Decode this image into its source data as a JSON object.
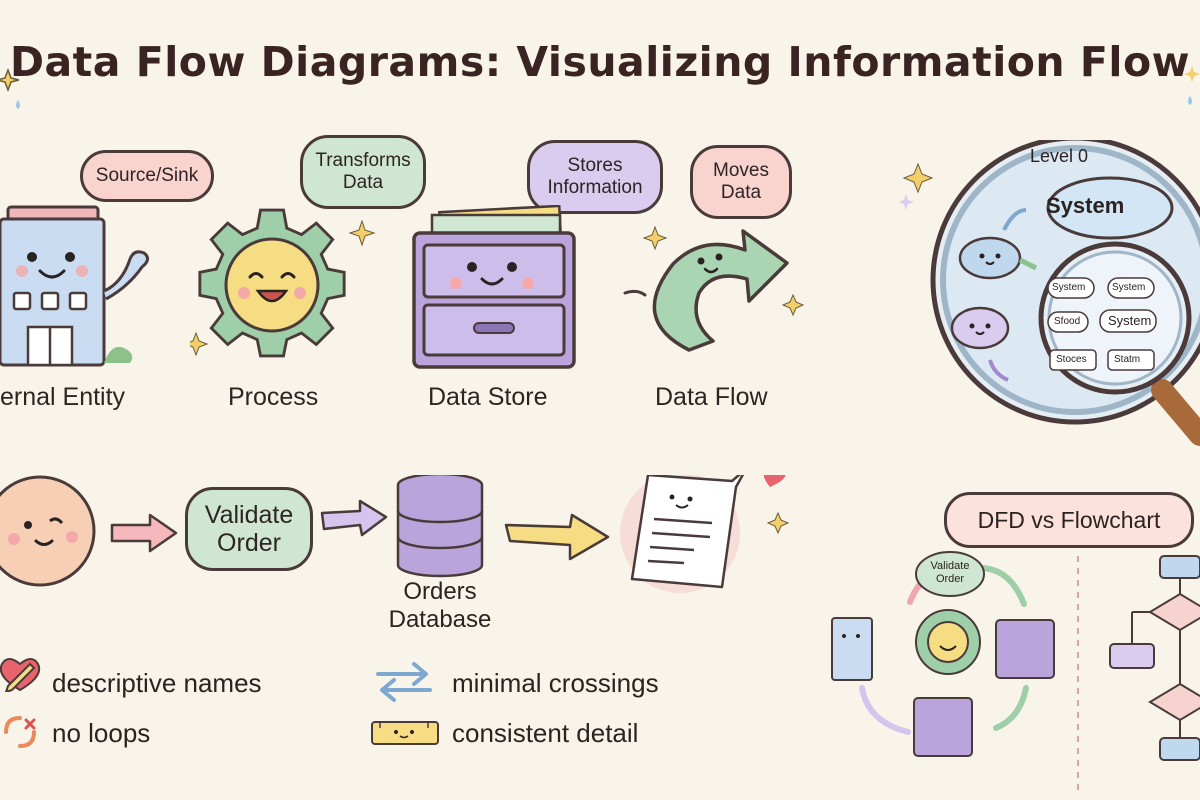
{
  "title": "Data Flow Diagrams: Visualizing Information Flow",
  "symbols": [
    {
      "label": "ernal Entity",
      "bubble": [
        "Source/Sink"
      ]
    },
    {
      "label": "Process",
      "bubble": [
        "Transforms",
        "Data"
      ]
    },
    {
      "label": "Data Store",
      "bubble": [
        "Stores",
        "Information"
      ]
    },
    {
      "label": "Data Flow",
      "bubble": [
        "Moves",
        "Data"
      ]
    }
  ],
  "levels": {
    "heading": "Level 0",
    "system": "System",
    "sub": [
      "System",
      "System",
      "Sfood",
      "System",
      "Stoces",
      "Statm"
    ]
  },
  "example": {
    "process": [
      "Validate",
      "Order"
    ],
    "store": [
      "Orders",
      "Database"
    ]
  },
  "practices": [
    {
      "icon": "heart-pencil-icon",
      "text": "descriptive names"
    },
    {
      "icon": "no-loop-icon",
      "text": "no loops"
    },
    {
      "icon": "swap-arrows-icon",
      "text": "minimal crossings"
    },
    {
      "icon": "ruler-icon",
      "text": "consistent detail"
    }
  ],
  "comparison": {
    "heading": "DFD vs Flowchart",
    "mini_process": [
      "Validate",
      "Order"
    ]
  },
  "colors": {
    "pink": "#f7d3cf",
    "mint": "#cfe6d2",
    "lavender": "#d9ccef",
    "purple": "#b9a5dc",
    "yellow": "#f6dd84",
    "blue": "#bfd8ee"
  }
}
